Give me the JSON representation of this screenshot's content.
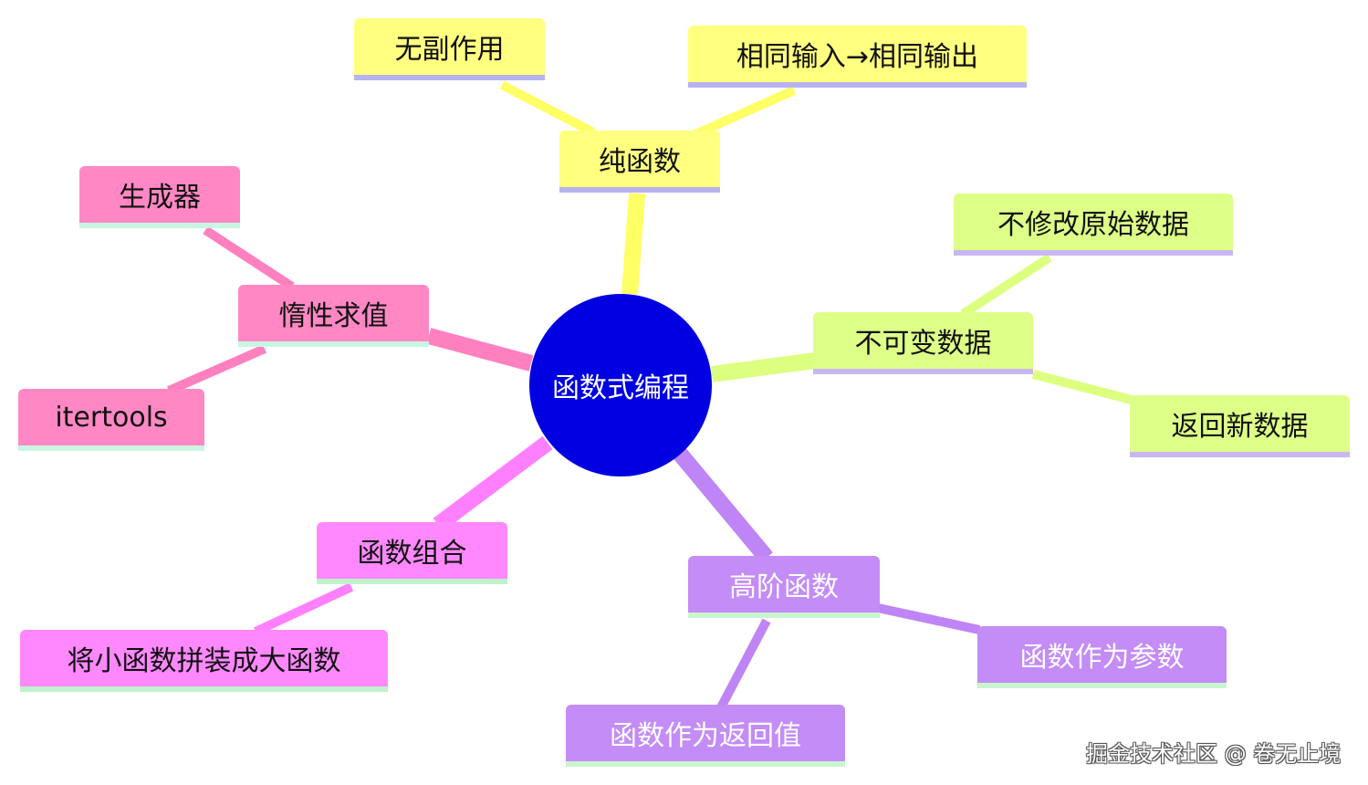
{
  "center": {
    "label": "函数式编程",
    "color": "#0000e0",
    "text_color": "#ffffff"
  },
  "branches": [
    {
      "id": "pure",
      "label": "纯函数",
      "color": "#ffff80",
      "underline": "#b7b3f0",
      "edge_color": "#ffff66",
      "text_color": "#111111",
      "children": [
        {
          "label": "无副作用"
        },
        {
          "label": "相同输入→相同输出"
        }
      ]
    },
    {
      "id": "immutable",
      "label": "不可变数据",
      "color": "#ddff88",
      "underline": "#c9b8f0",
      "edge_color": "#dcff80",
      "text_color": "#111111",
      "children": [
        {
          "label": "不修改原始数据"
        },
        {
          "label": "返回新数据"
        }
      ]
    },
    {
      "id": "hof",
      "label": "高阶函数",
      "color": "#c38cf6",
      "underline": "#c9f5cf",
      "edge_color": "#bf84f5",
      "text_color": "#ffffff",
      "children": [
        {
          "label": "函数作为参数"
        },
        {
          "label": "函数作为返回值"
        }
      ]
    },
    {
      "id": "compose",
      "label": "函数组合",
      "color": "#ff88ff",
      "underline": "#bff2cc",
      "edge_color": "#ff80ff",
      "text_color": "#111111",
      "children": [
        {
          "label": "将小函数拼装成大函数"
        }
      ]
    },
    {
      "id": "lazy",
      "label": "惰性求值",
      "color": "#ff88c4",
      "underline": "#c9f5e3",
      "edge_color": "#ff80bf",
      "text_color": "#111111",
      "children": [
        {
          "label": "生成器"
        },
        {
          "label": "itertools"
        }
      ]
    }
  ],
  "watermark": "掘金技术社区 @ 卷无止境"
}
